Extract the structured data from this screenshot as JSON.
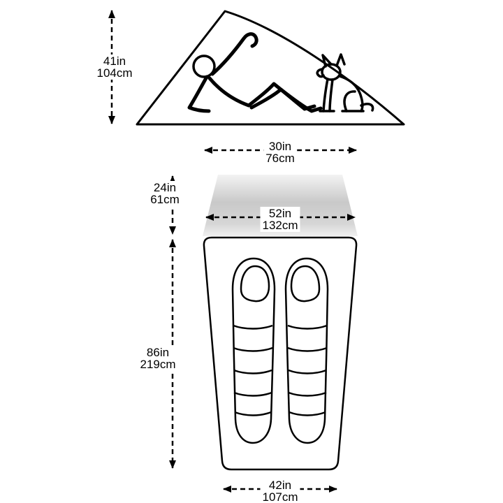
{
  "diagram": {
    "name": "tent-dimensions-diagram",
    "views": {
      "side_profile": "tent-side-view-with-person-and-dog",
      "vestibule": "vestibule-top-view",
      "floor_plan": "floor-plan-with-two-sleeping-bags"
    },
    "figures": [
      "reclining-person-with-raised-arm",
      "sitting-dog",
      "sleeping-bag-left",
      "sleeping-bag-right"
    ],
    "dimensions": {
      "peak_height": {
        "imperial": "41in",
        "metric": "104cm"
      },
      "vestibule_width": {
        "imperial": "30in",
        "metric": "76cm"
      },
      "vestibule_depth": {
        "imperial": "24in",
        "metric": "61cm"
      },
      "door_width": {
        "imperial": "52in",
        "metric": "132cm"
      },
      "floor_length": {
        "imperial": "86in",
        "metric": "219cm"
      },
      "foot_width": {
        "imperial": "42in",
        "metric": "107cm"
      }
    },
    "colors": {
      "line": "#000000",
      "background": "#ffffff",
      "vestibule_gray_mid": "#c9c9c9",
      "vestibule_gray_light": "#f3f3f3"
    }
  }
}
